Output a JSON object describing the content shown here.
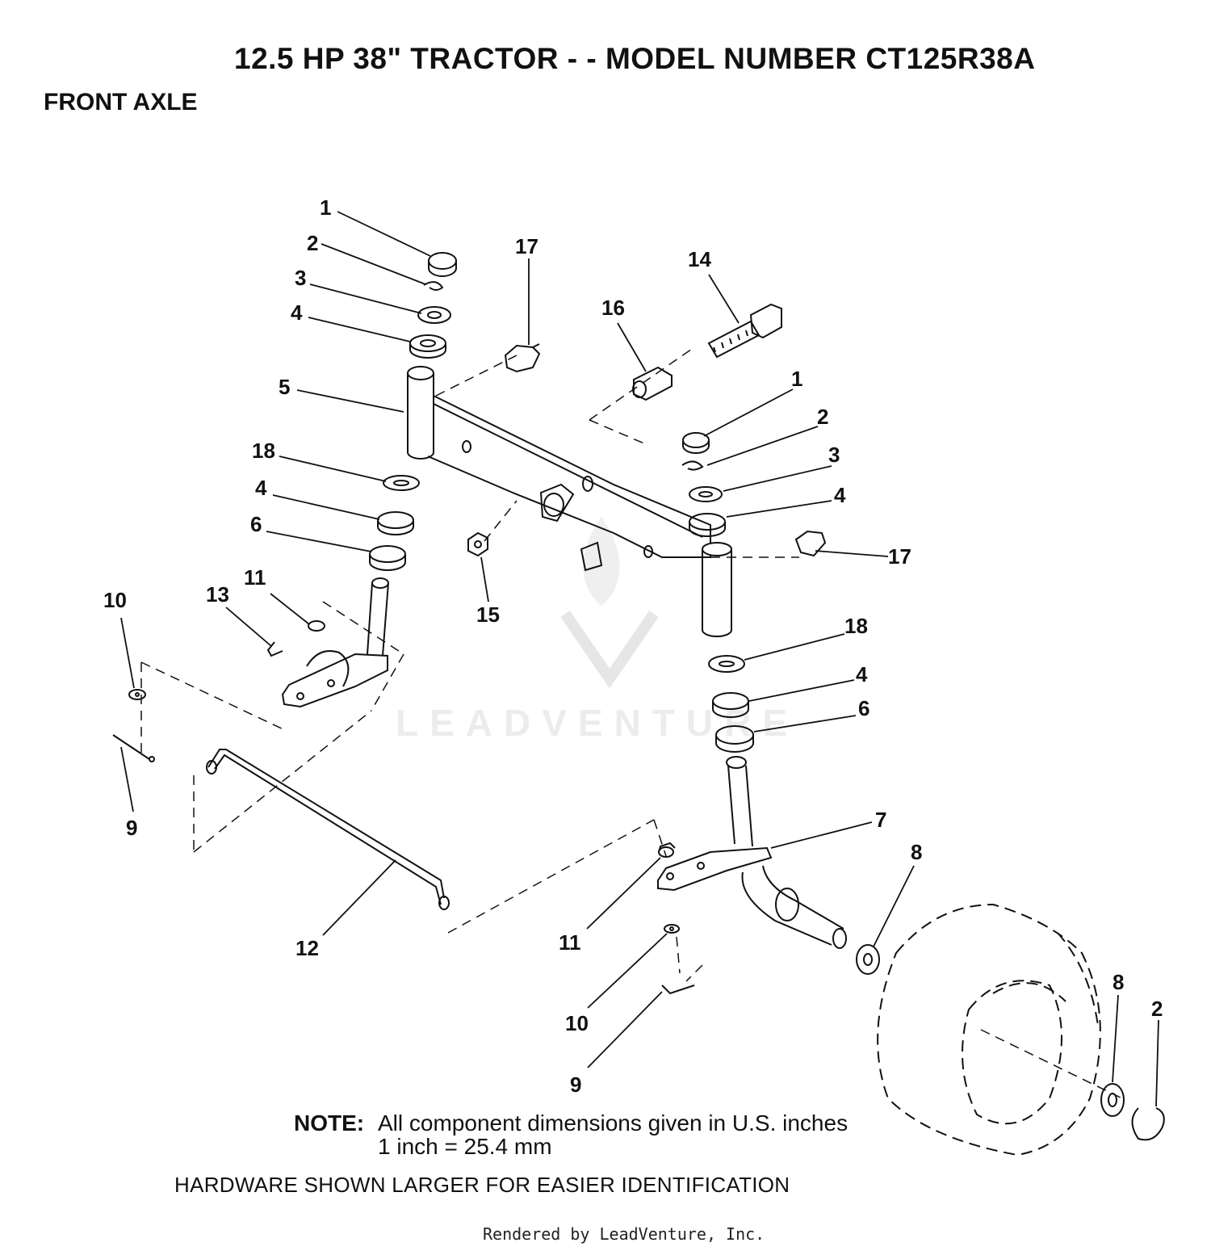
{
  "header": {
    "title": "12.5 HP 38\" TRACTOR - - MODEL NUMBER CT125R38A",
    "section": "FRONT AXLE"
  },
  "watermark": {
    "text": "LEADVENTURE",
    "icon": "flame-v-logo-icon"
  },
  "callouts": [
    "1",
    "2",
    "3",
    "4",
    "5",
    "18",
    "4",
    "6",
    "17",
    "16",
    "14",
    "1",
    "2",
    "3",
    "4",
    "17",
    "15",
    "11",
    "13",
    "10",
    "18",
    "4",
    "6",
    "9",
    "7",
    "8",
    "12",
    "11",
    "10",
    "9",
    "8",
    "2"
  ],
  "note": {
    "label": "NOTE:",
    "line1": "All component dimensions given in U.S. inches",
    "line2": "1 inch = 25.4 mm"
  },
  "hardware_note": "HARDWARE SHOWN LARGER FOR EASIER IDENTIFICATION",
  "footer": "Rendered by LeadVenture, Inc.",
  "colors": {
    "ink": "#111111",
    "watermark": "#e6e6e6"
  }
}
